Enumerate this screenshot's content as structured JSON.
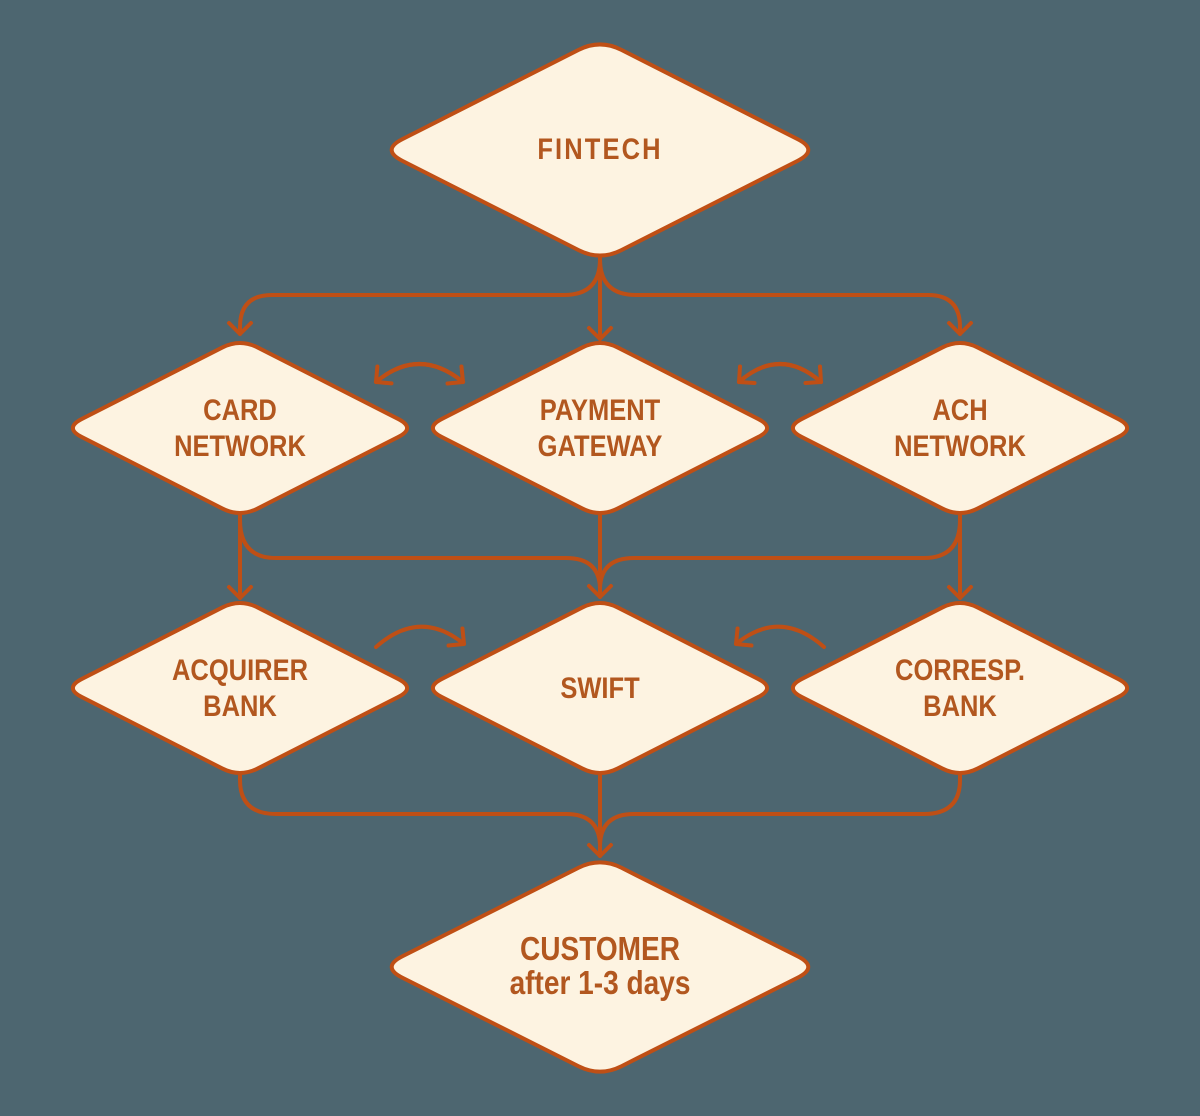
{
  "colors": {
    "background": "#4d6670",
    "node_fill": "#fdf3e1",
    "line": "#bf4f15",
    "text": "#b2571f"
  },
  "nodes": {
    "fintech": {
      "line1": "FINTECH"
    },
    "card_network": {
      "line1": "CARD",
      "line2": "NETWORK"
    },
    "payment_gateway": {
      "line1": "PAYMENT",
      "line2": "GATEWAY"
    },
    "ach_network": {
      "line1": "ACH",
      "line2": "NETWORK"
    },
    "acquirer_bank": {
      "line1": "ACQUIRER",
      "line2": "BANK"
    },
    "swift": {
      "line1": "SWIFT"
    },
    "corresp_bank": {
      "line1": "CORRESP.",
      "line2": "BANK"
    },
    "customer": {
      "line1": "CUSTOMER",
      "line2": "after 1-3 days"
    }
  },
  "connections": [
    {
      "from": "fintech",
      "to": "card_network",
      "style": "arrow"
    },
    {
      "from": "fintech",
      "to": "payment_gateway",
      "style": "arrow"
    },
    {
      "from": "fintech",
      "to": "ach_network",
      "style": "arrow"
    },
    {
      "from": "card_network",
      "to": "payment_gateway",
      "style": "double-curved-arrow"
    },
    {
      "from": "payment_gateway",
      "to": "ach_network",
      "style": "double-curved-arrow"
    },
    {
      "from": "card_network",
      "to": "acquirer_bank",
      "style": "arrow"
    },
    {
      "from": "payment_gateway",
      "to": "swift",
      "style": "arrow"
    },
    {
      "from": "ach_network",
      "to": "corresp_bank",
      "style": "arrow"
    },
    {
      "from": "card_network",
      "to": "swift",
      "style": "merge-arrow"
    },
    {
      "from": "ach_network",
      "to": "swift",
      "style": "merge-arrow"
    },
    {
      "from": "acquirer_bank",
      "to": "swift",
      "style": "curved-arrow"
    },
    {
      "from": "corresp_bank",
      "to": "swift",
      "style": "curved-arrow"
    },
    {
      "from": "acquirer_bank",
      "to": "customer",
      "style": "merge-arrow"
    },
    {
      "from": "swift",
      "to": "customer",
      "style": "arrow"
    },
    {
      "from": "corresp_bank",
      "to": "customer",
      "style": "merge-arrow"
    }
  ]
}
